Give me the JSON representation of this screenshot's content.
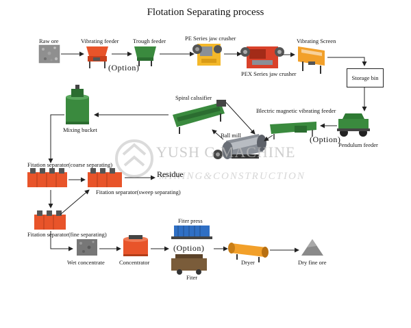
{
  "title": "Flotation Separating process",
  "option_label": "(Option)",
  "watermark": {
    "line1": "YUSH  G MACHINE",
    "line2": "MINING&CONSTRUCTION"
  },
  "nodes": {
    "raw_ore": "Raw ore",
    "vibrating_feeder": "Vibrating feeder",
    "trough_feeder": "Trough feeder",
    "pe_crusher": "PE Series jaw crusher",
    "pex_crusher": "PEX Series jaw crusher",
    "vibrating_screen": "Vibrating Screen",
    "storage_bin": "Storage bin",
    "pendulum_feeder": "Pendulum feeder",
    "em_feeder": "Blectric magnetic vibrating feeder",
    "ball_mill": "Ball mill",
    "spiral_classifier": "Spiral calssifier",
    "mixing_bucket": "Mixing bucket",
    "coarse_sep": "Fitation separator(coarse separating)",
    "sweep_sep": "Fitation separator(sweep separating)",
    "residue": "Residue",
    "fine_sep": "Fitation separator(fine separating)",
    "wet_concentrate": "Wet concentrate",
    "concentrator": "Concentrator",
    "filter_press": "Fiter press",
    "filter": "Fiter",
    "dryer": "Dryer",
    "dry_fine_ore": "Dry fine ore"
  },
  "colors": {
    "equipment_orange": "#e8542a",
    "equipment_green": "#3a8a3e",
    "steel": "#8a8f97",
    "arrow": "#222222"
  }
}
